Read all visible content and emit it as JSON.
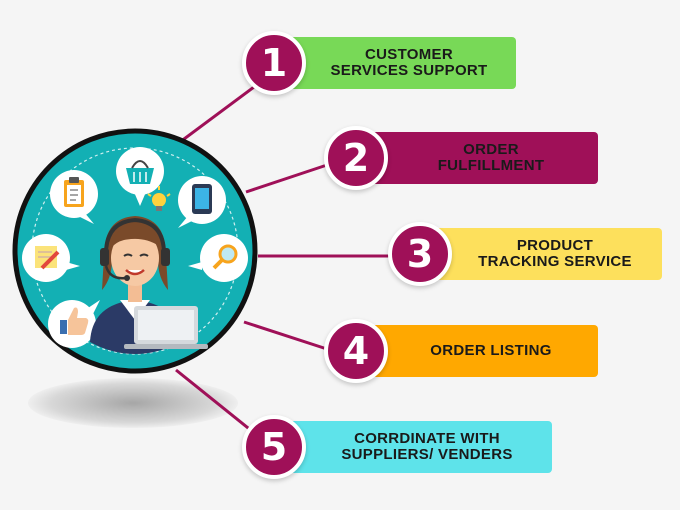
{
  "colors": {
    "accent": "#9f1058",
    "hub_teal": "#13b0b4",
    "hub_ring": "#111111"
  },
  "items": [
    {
      "number": "1",
      "line1": "CUSTOMER",
      "line2": "SERVICES SUPPORT",
      "bg": "#78d957",
      "fg": "#1a1a1a"
    },
    {
      "number": "2",
      "line1": "ORDER",
      "line2": "FULFILLMENT",
      "bg": "#9f1058",
      "fg": "#1a1a1a"
    },
    {
      "number": "3",
      "line1": "PRODUCT",
      "line2": "TRACKING SERVICE",
      "bg": "#fde05c",
      "fg": "#1a1a1a"
    },
    {
      "number": "4",
      "line1": "ORDER LISTING",
      "line2": "",
      "bg": "#ffa800",
      "fg": "#1a1a1a"
    },
    {
      "number": "5",
      "line1": "CORRDINATE WITH",
      "line2": "SUPPLIERS/ VENDERS",
      "bg": "#5ee3ea",
      "fg": "#1a1a1a"
    }
  ],
  "hub": {
    "icons": [
      "clipboard-icon",
      "basket-icon",
      "lightbulb-icon",
      "tablet-icon",
      "note-pencil-icon",
      "magnifier-icon",
      "thumbs-up-icon",
      "laptop-icon",
      "headset-agent-icon"
    ]
  }
}
